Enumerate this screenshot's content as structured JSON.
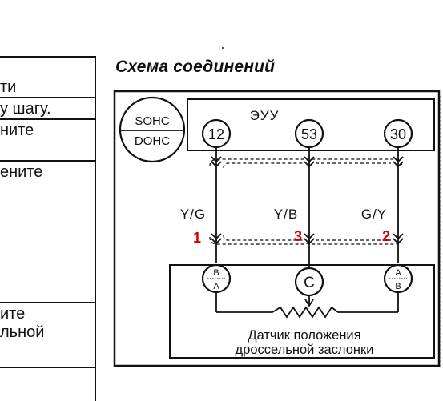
{
  "left_table": {
    "rows": [
      "ти",
      "у шагу.",
      "ните",
      "ените",
      "ите",
      "льной"
    ]
  },
  "diagram": {
    "title": "Схема соединений",
    "engine_badge": {
      "top": "SOHC",
      "bottom": "DOHC"
    },
    "ecu": {
      "label": "ЭУУ",
      "terminals": [
        "12",
        "53",
        "30"
      ]
    },
    "wires": [
      {
        "color": "Y/G",
        "pin": "1"
      },
      {
        "color": "Y/B",
        "pin": "3"
      },
      {
        "color": "G/Y",
        "pin": "2"
      }
    ],
    "sensor": {
      "pins": [
        {
          "top": "B",
          "bottom": "A"
        },
        {
          "center": "C"
        },
        {
          "top": "A",
          "bottom": "B"
        }
      ],
      "name_line1": "Датчик положения",
      "name_line2": "дроссельной заслонки"
    },
    "colors": {
      "ink": "#111111",
      "pin_number": "#d40000"
    }
  }
}
